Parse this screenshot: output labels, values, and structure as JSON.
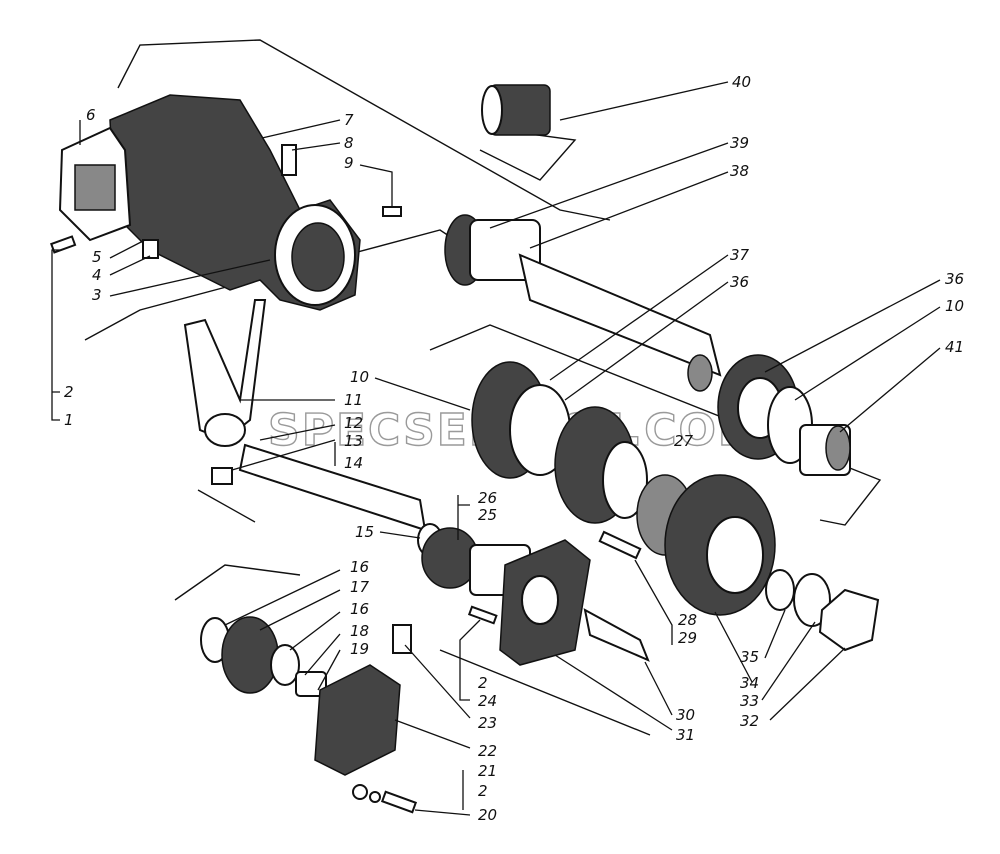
{
  "watermark": "SPECSERVICE.COM",
  "labels": [
    {
      "id": "40",
      "text": "40"
    },
    {
      "id": "39",
      "text": "39"
    },
    {
      "id": "38",
      "text": "38"
    },
    {
      "id": "37",
      "text": "37"
    },
    {
      "id": "36a",
      "text": "36"
    },
    {
      "id": "36b",
      "text": "36"
    },
    {
      "id": "10a",
      "text": "10"
    },
    {
      "id": "41",
      "text": "41"
    },
    {
      "id": "27",
      "text": "27"
    },
    {
      "id": "6",
      "text": "6"
    },
    {
      "id": "7",
      "text": "7"
    },
    {
      "id": "8",
      "text": "8"
    },
    {
      "id": "9",
      "text": "9"
    },
    {
      "id": "5",
      "text": "5"
    },
    {
      "id": "4",
      "text": "4"
    },
    {
      "id": "3",
      "text": "3"
    },
    {
      "id": "2a",
      "text": "2"
    },
    {
      "id": "1",
      "text": "1"
    },
    {
      "id": "10b",
      "text": "10"
    },
    {
      "id": "11",
      "text": "11"
    },
    {
      "id": "12",
      "text": "12"
    },
    {
      "id": "13",
      "text": "13"
    },
    {
      "id": "14",
      "text": "14"
    },
    {
      "id": "15",
      "text": "15"
    },
    {
      "id": "26",
      "text": "26"
    },
    {
      "id": "25",
      "text": "25"
    },
    {
      "id": "28",
      "text": "28"
    },
    {
      "id": "29",
      "text": "29"
    },
    {
      "id": "16a",
      "text": "16"
    },
    {
      "id": "17",
      "text": "17"
    },
    {
      "id": "16b",
      "text": "16"
    },
    {
      "id": "18",
      "text": "18"
    },
    {
      "id": "19",
      "text": "19"
    },
    {
      "id": "2b",
      "text": "2"
    },
    {
      "id": "24",
      "text": "24"
    },
    {
      "id": "23",
      "text": "23"
    },
    {
      "id": "22",
      "text": "22"
    },
    {
      "id": "21",
      "text": "21"
    },
    {
      "id": "2c",
      "text": "2"
    },
    {
      "id": "20",
      "text": "20"
    },
    {
      "id": "30",
      "text": "30"
    },
    {
      "id": "31",
      "text": "31"
    },
    {
      "id": "35",
      "text": "35"
    },
    {
      "id": "34",
      "text": "34"
    },
    {
      "id": "33",
      "text": "33"
    },
    {
      "id": "32",
      "text": "32"
    }
  ]
}
